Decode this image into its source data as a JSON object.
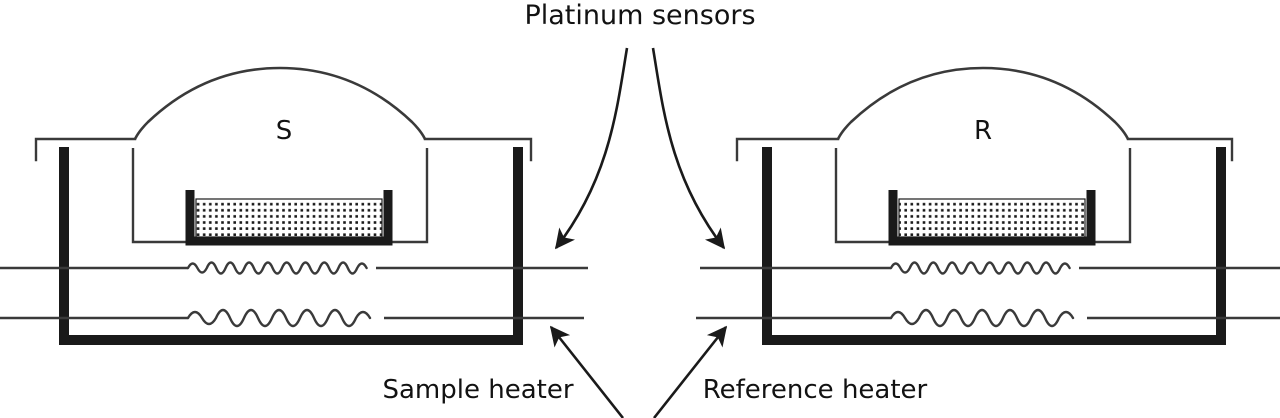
{
  "figure": {
    "type": "schematic-diagram",
    "subject": "Heat-flux differential scanning calorimetry (DSC) twin-cell cross-section",
    "background_color": "#ffffff",
    "ink_color": "#1a1a1a",
    "thin_line_color": "#3a3a3a"
  },
  "labels": {
    "platinum_sensors": "Platinum sensors",
    "sample_heater": "Sample heater",
    "reference_heater": "Reference heater",
    "sample_cell": "S",
    "reference_cell": "R"
  },
  "cells": [
    {
      "id": "sample",
      "letter": "S",
      "side": "left",
      "dome_label": "S",
      "has_pan": true,
      "has_sensor_coil": true,
      "has_heater_coil": true
    },
    {
      "id": "reference",
      "letter": "R",
      "side": "right",
      "dome_label": "R",
      "has_pan": true,
      "has_sensor_coil": true,
      "has_heater_coil": true
    }
  ],
  "annotations": [
    {
      "name": "platinum-sensors-callout",
      "text": "Platinum sensors",
      "arrow_count": 2,
      "arrow_style": "curved",
      "points_to": "sensor-lines"
    },
    {
      "name": "sample-heater-callout",
      "text": "Sample heater",
      "arrow_count": 1,
      "arrow_style": "straight",
      "points_to": "left-heater-line"
    },
    {
      "name": "reference-heater-callout",
      "text": "Reference heater",
      "arrow_count": 1,
      "arrow_style": "straight",
      "points_to": "right-heater-line"
    }
  ],
  "colors": {
    "ink": "#1a1a1a",
    "thin": "#3a3a3a",
    "paper": "#ffffff"
  }
}
